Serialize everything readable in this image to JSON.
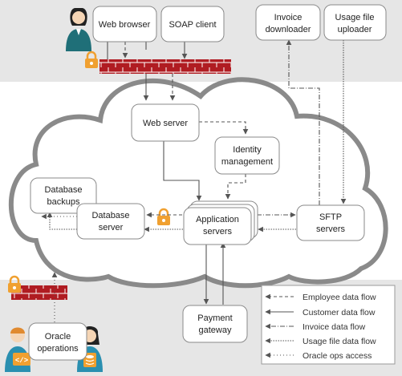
{
  "nodes": {
    "web_browser": "Web browser",
    "soap_client": "SOAP client",
    "invoice_downloader": [
      "Invoice",
      "downloader"
    ],
    "usage_file_uploader": [
      "Usage file",
      "uploader"
    ],
    "web_server": "Web server",
    "identity_management": [
      "Identity",
      "management"
    ],
    "database_backups": [
      "Database",
      "backups"
    ],
    "database_server": [
      "Database",
      "server"
    ],
    "application_servers": [
      "Application",
      "servers"
    ],
    "sftp_servers": [
      "SFTP",
      "servers"
    ],
    "payment_gateway": [
      "Payment",
      "gateway"
    ],
    "oracle_operations": [
      "Oracle",
      "operations"
    ]
  },
  "legend": [
    {
      "label": "Employee data flow",
      "style": "dashed"
    },
    {
      "label": "Customer data flow",
      "style": "solid"
    },
    {
      "label": "Invoice data flow",
      "style": "dashdot"
    },
    {
      "label": "Usage file data flow",
      "style": "densedot"
    },
    {
      "label": "Oracle ops access",
      "style": "sparsedot"
    }
  ],
  "colors": {
    "zone_gray": "#e6e6e6",
    "firewall_red": "#b01c22",
    "lock_orange": "#f0a030",
    "user_teal": "#1f6f78",
    "arrow": "#555555"
  },
  "icons": [
    "person-icon",
    "firewall-icon",
    "lock-icon",
    "code-icon",
    "database-icon"
  ]
}
